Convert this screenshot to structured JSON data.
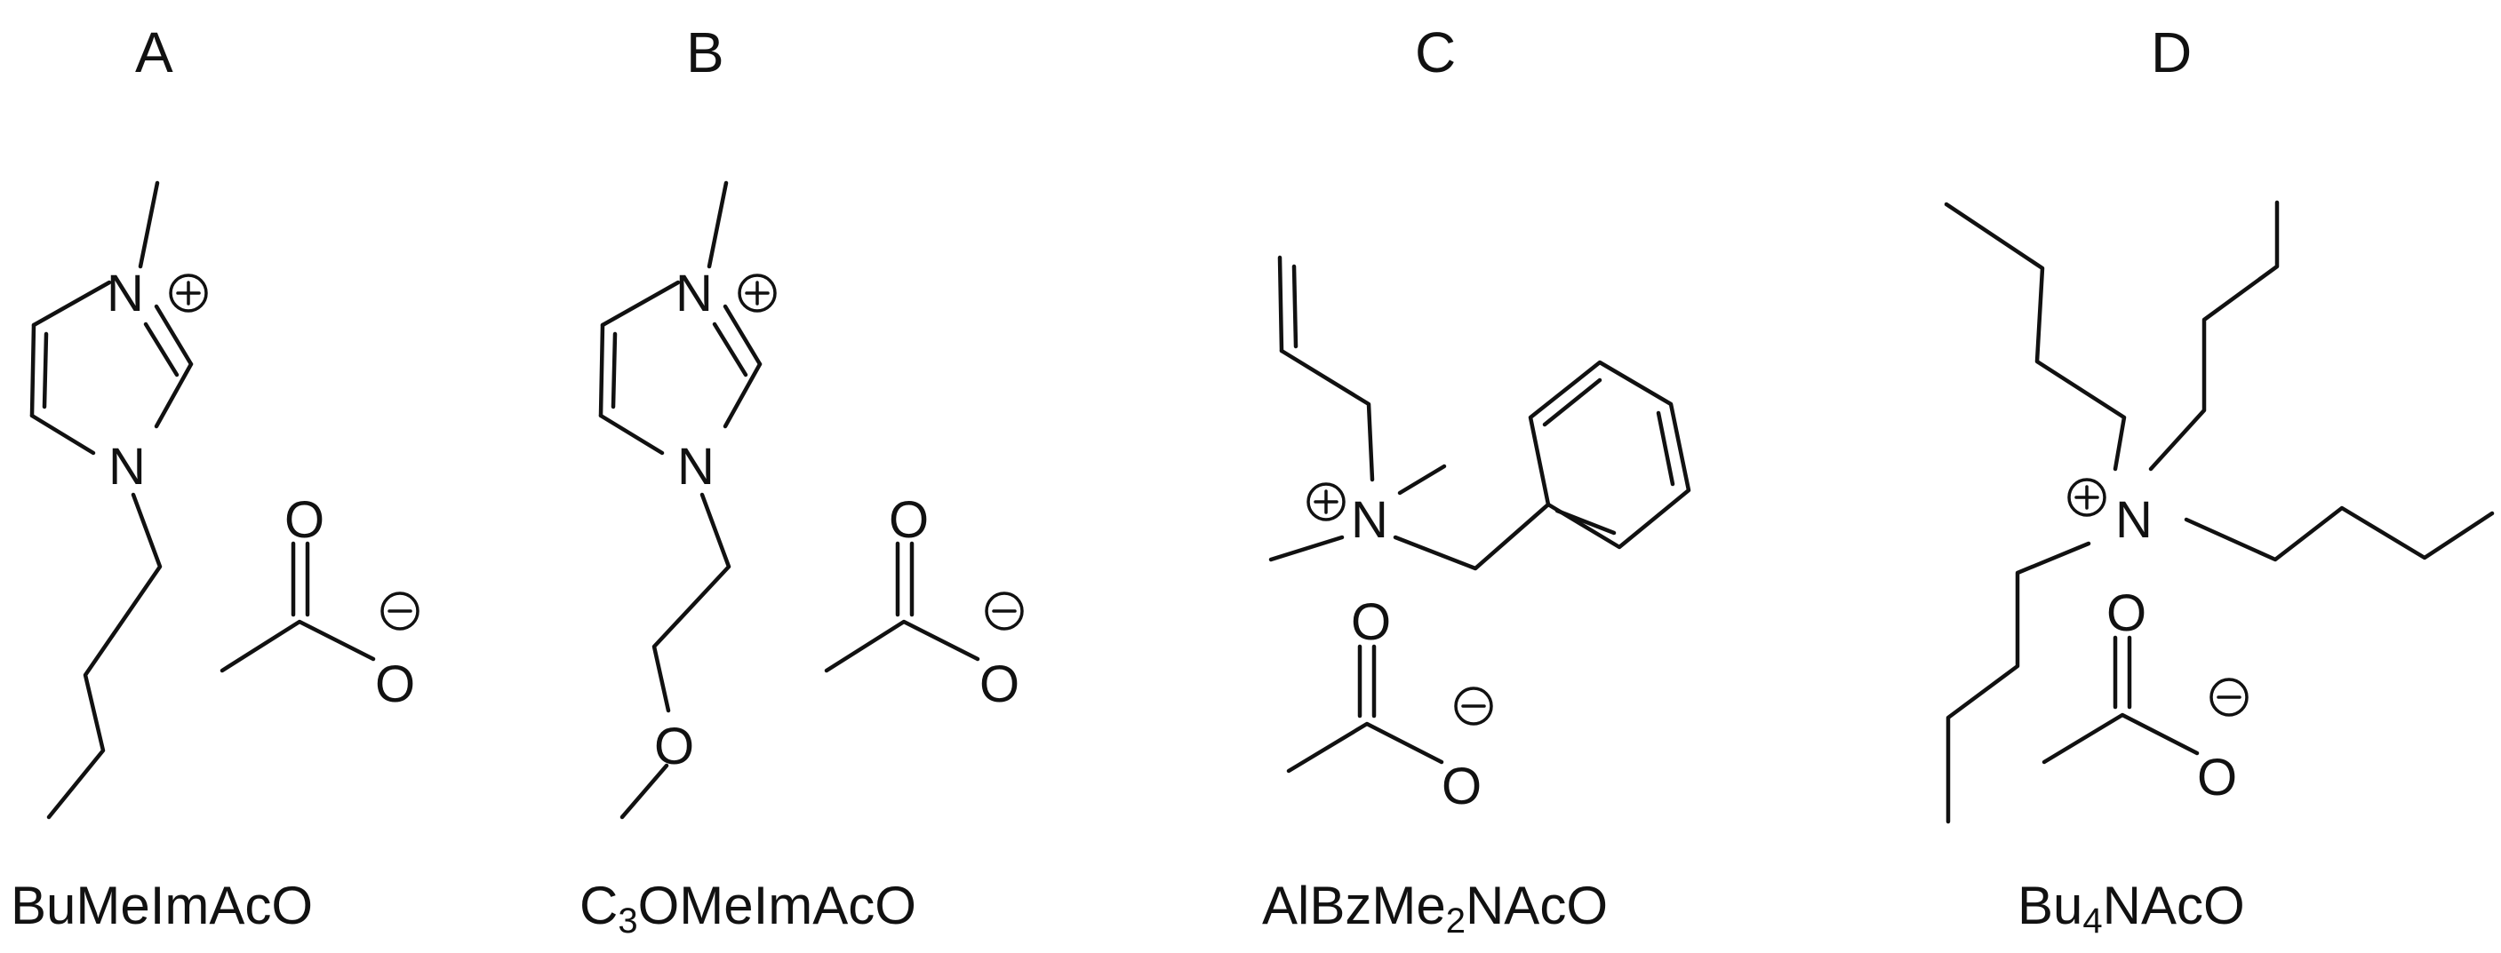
{
  "panels": [
    {
      "letter": "A",
      "name": "BuMeImAcO"
    },
    {
      "letter": "B",
      "name_prefix": "C",
      "name_sub": "3",
      "name_suffix": "OMeImAcO"
    },
    {
      "letter": "C",
      "name_prefix": "AlBzMe",
      "name_sub": "2",
      "name_suffix": "NAcO"
    },
    {
      "letter": "D",
      "name_prefix": "Bu",
      "name_sub": "4",
      "name_suffix": "NAcO"
    }
  ],
  "atoms": {
    "nitrogen": "N",
    "oxygen": "O"
  }
}
